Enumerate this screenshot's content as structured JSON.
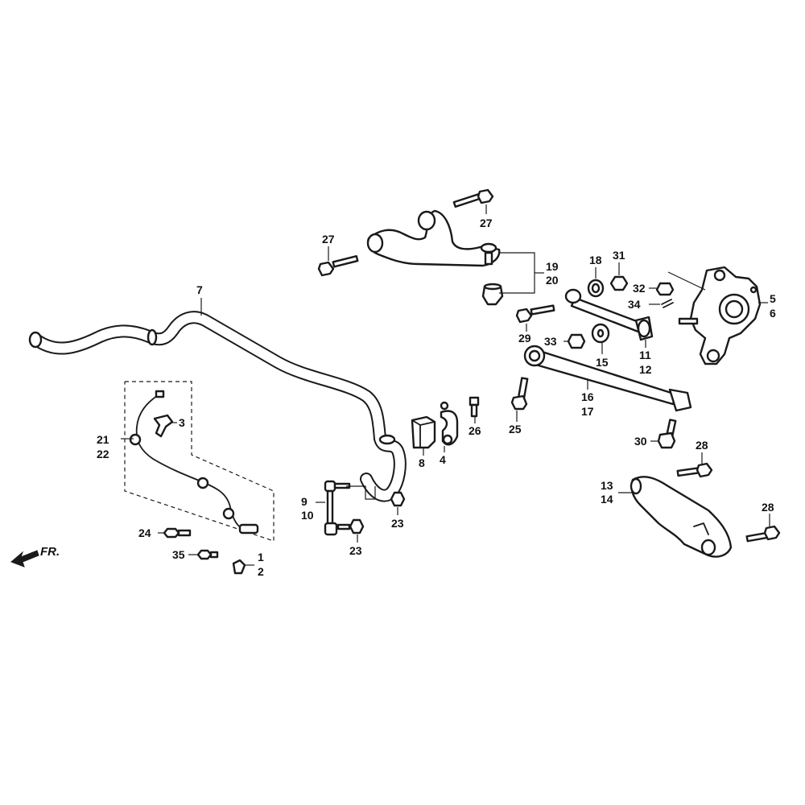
{
  "diagram": {
    "front_indicator": "FR.",
    "callouts": {
      "c1": "1",
      "c2": "2",
      "c3": "3",
      "c4": "4",
      "c5": "5",
      "c6": "6",
      "c7": "7",
      "c8": "8",
      "c9": "9",
      "c10": "10",
      "c11": "11",
      "c12": "12",
      "c13": "13",
      "c14": "14",
      "c15": "15",
      "c16": "16",
      "c17": "17",
      "c18": "18",
      "c19": "19",
      "c20": "20",
      "c21": "21",
      "c22": "22",
      "c23a": "23",
      "c23b": "23",
      "c24": "24",
      "c25": "25",
      "c26": "26",
      "c27a": "27",
      "c27b": "27",
      "c28a": "28",
      "c28b": "28",
      "c29": "29",
      "c30": "30",
      "c31": "31",
      "c32": "32",
      "c33": "33",
      "c34": "34",
      "c35": "35"
    }
  }
}
